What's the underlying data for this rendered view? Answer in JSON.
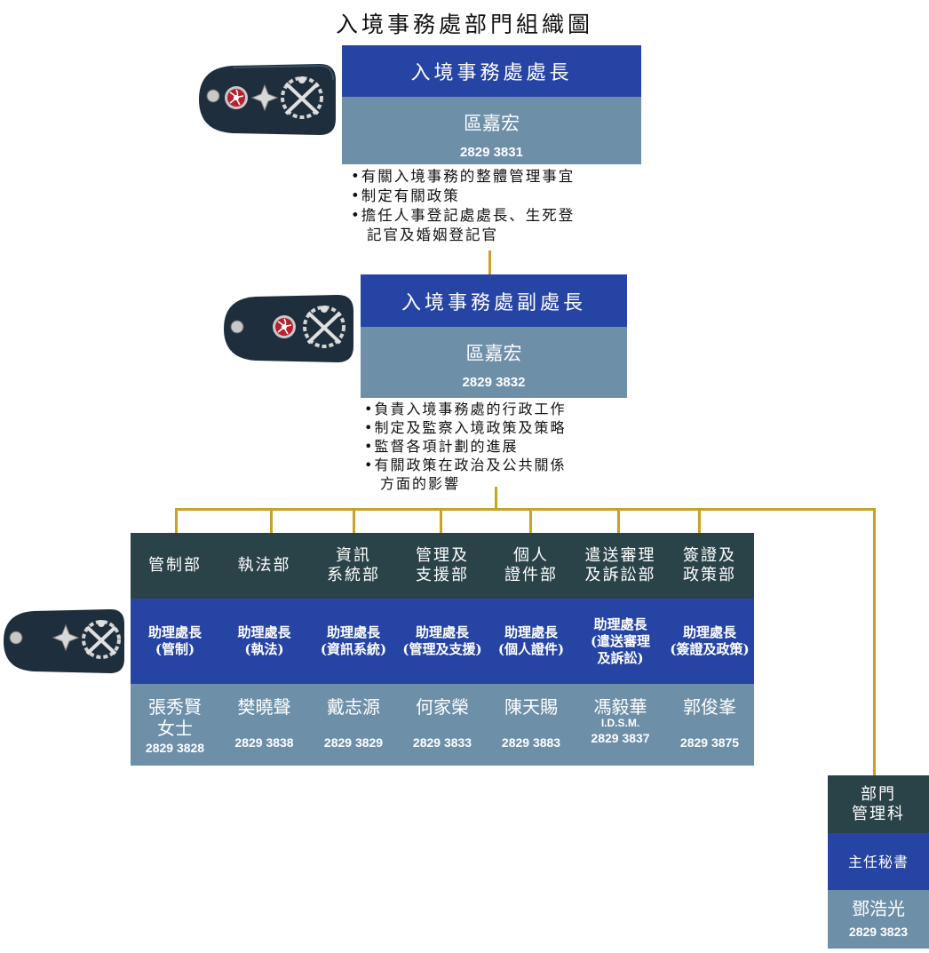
{
  "title": "入境事務處部門組織圖",
  "colors": {
    "header_blue": "#2644a4",
    "grey": "#6d8fa8",
    "dark": "#2a4348",
    "connector": "#c9a227"
  },
  "director": {
    "title": "入境事務處處長",
    "name": "區嘉宏",
    "phone": "2829 3831",
    "duties": [
      "有關入境事務的整體管理事宜",
      "制定有關政策",
      "擔任人事登記處處長、生死登",
      "記官及婚姻登記官"
    ]
  },
  "deputy": {
    "title": "入境事務處副處長",
    "name": "區嘉宏",
    "phone": "2829 3832",
    "duties": [
      "負責入境事務處的行政工作",
      "制定及監察入境政策及策略",
      "監督各項計劃的進展",
      "有關政策在政治及公共關係",
      "方面的影響"
    ]
  },
  "branches": [
    {
      "dept": "管制部",
      "post": "助理處長\n(管制)",
      "name": "張秀賢\n女士",
      "honour": "",
      "phone": "2829 3828"
    },
    {
      "dept": "執法部",
      "post": "助理處長\n(執法)",
      "name": "樊曉聲",
      "honour": "",
      "phone": "2829 3838"
    },
    {
      "dept": "資訊\n系統部",
      "post": "助理處長\n(資訊系統)",
      "name": "戴志源",
      "honour": "",
      "phone": "2829 3829"
    },
    {
      "dept": "管理及\n支援部",
      "post": "助理處長\n(管理及支援)",
      "name": "何家榮",
      "honour": "",
      "phone": "2829 3833"
    },
    {
      "dept": "個人\n證件部",
      "post": "助理處長\n(個人證件)",
      "name": "陳天賜",
      "honour": "",
      "phone": "2829 3883"
    },
    {
      "dept": "遣送審理\n及訴訟部",
      "post": "助理處長\n(遣送審理\n及訴訟)",
      "name": "馮毅華",
      "honour": "I.D.S.M.",
      "phone": "2829 3837"
    },
    {
      "dept": "簽證及\n政策部",
      "post": "助理處長\n(簽證及政策)",
      "name": "郭俊峯",
      "honour": "",
      "phone": "2829 3875"
    }
  ],
  "secretary": {
    "dept": "部門\n管理科",
    "post": "主任秘書",
    "name": "鄧浩光",
    "phone": "2829 3823"
  },
  "icons": [
    "bauhinia-emblem-icon",
    "pip-star-icon",
    "crossed-tipstaves-wreath-icon"
  ]
}
